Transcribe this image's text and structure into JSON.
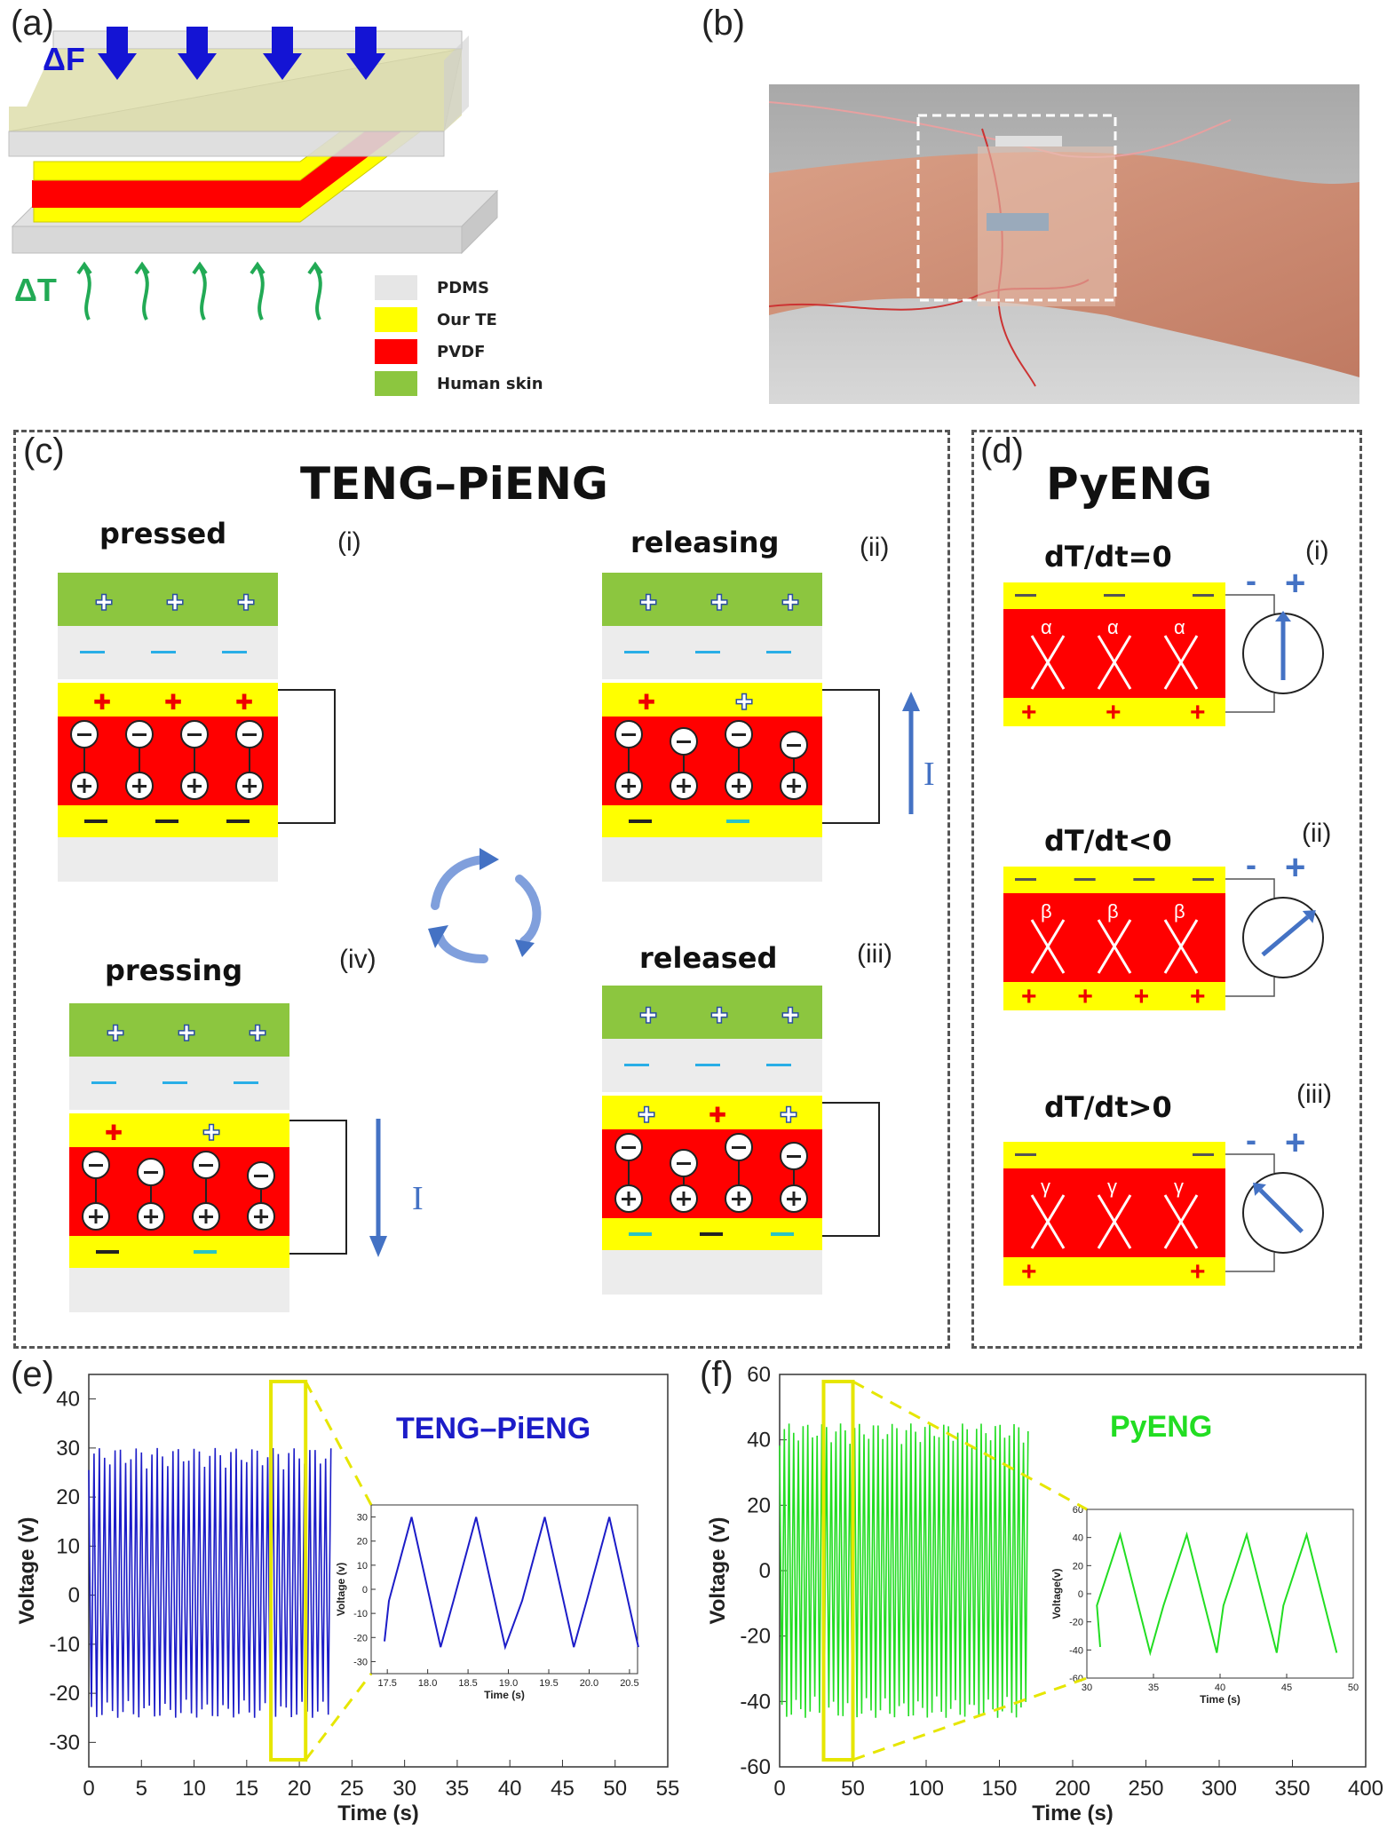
{
  "panels": {
    "a": {
      "label": "(a)",
      "force_label": "ΔF",
      "temp_label": "ΔT",
      "legend": [
        {
          "name": "PDMS",
          "color": "#e6e6e6"
        },
        {
          "name": "Our TE",
          "color": "#ffff00"
        },
        {
          "name": "PVDF",
          "color": "#ff0000"
        },
        {
          "name": "Human skin",
          "color": "#8cc63f"
        }
      ]
    },
    "b": {
      "label": "(b)"
    },
    "c": {
      "label": "(c)",
      "title": "TENG–PiENG",
      "states": [
        {
          "name": "pressed",
          "roman": "(i)"
        },
        {
          "name": "releasing",
          "roman": "(ii)"
        },
        {
          "name": "released",
          "roman": "(iii)"
        },
        {
          "name": "pressing",
          "roman": "(iv)"
        }
      ],
      "current_label": "I"
    },
    "d": {
      "label": "(d)",
      "title": "PyENG",
      "states": [
        {
          "name": "dT/dt=0",
          "roman": "(i)",
          "symbol": "α"
        },
        {
          "name": "dT/dt<0",
          "roman": "(ii)",
          "symbol": "β"
        },
        {
          "name": "dT/dt>0",
          "roman": "(iii)",
          "symbol": "γ"
        }
      ],
      "meter_minus": "-",
      "meter_plus": "+"
    },
    "e": {
      "label": "(e)"
    },
    "f": {
      "label": "(f)"
    }
  },
  "chart_data": [
    {
      "type": "line",
      "title": "TENG–PiENG",
      "xlabel": "Time (s)",
      "ylabel": "Voltage (v)",
      "xlim": [
        0,
        55
      ],
      "ylim": [
        -35,
        45
      ],
      "xticks": [
        "0",
        "5",
        "10",
        "15",
        "20",
        "25",
        "30",
        "35",
        "40",
        "45",
        "50",
        "55"
      ],
      "yticks": [
        "-30",
        "-20",
        "-10",
        "0",
        "10",
        "20",
        "30",
        "40"
      ],
      "series_color": "#1c1cc8",
      "signal": {
        "t_start": 0,
        "t_end": 23,
        "peak_max": 30,
        "peak_min": -25,
        "period": 0.5
      },
      "inset": {
        "xlabel": "Time (s)",
        "ylabel": "Voltage (v)",
        "xlim": [
          17.3,
          20.6
        ],
        "ylim": [
          -35,
          35
        ],
        "xticks": [
          "17.5",
          "18.0",
          "18.5",
          "19.0",
          "19.5",
          "20.0",
          "20.5"
        ],
        "yticks": [
          "-30",
          "-20",
          "-10",
          "0",
          "10",
          "20",
          "30"
        ],
        "peaks_x": [
          17.8,
          18.6,
          19.45,
          20.25
        ],
        "peak_max": 30,
        "peak_min": -24
      }
    },
    {
      "type": "line",
      "title": "PyENG",
      "xlabel": "Time (s)",
      "ylabel": "Voltage (v)",
      "xlim": [
        0,
        400
      ],
      "ylim": [
        -60,
        60
      ],
      "xticks": [
        "0",
        "50",
        "100",
        "150",
        "200",
        "250",
        "300",
        "350",
        "400"
      ],
      "yticks": [
        "-60",
        "-40",
        "-20",
        "0",
        "20",
        "40",
        "60"
      ],
      "series_color": "#22dd22",
      "signal": {
        "t_start": 0,
        "t_end": 170,
        "peak_max": 45,
        "peak_min": -45,
        "period": 3.2
      },
      "inset": {
        "xlabel": "Time (s)",
        "ylabel": "Voltage(v)",
        "xlim": [
          30,
          50
        ],
        "ylim": [
          -60,
          60
        ],
        "xticks": [
          "30",
          "35",
          "40",
          "45",
          "50"
        ],
        "yticks": [
          "-60",
          "-40",
          "-20",
          "0",
          "20",
          "40",
          "60"
        ],
        "peaks_x": [
          32.5,
          37.5,
          42,
          46.5
        ],
        "peak_max": 42,
        "peak_min": -42
      }
    }
  ]
}
